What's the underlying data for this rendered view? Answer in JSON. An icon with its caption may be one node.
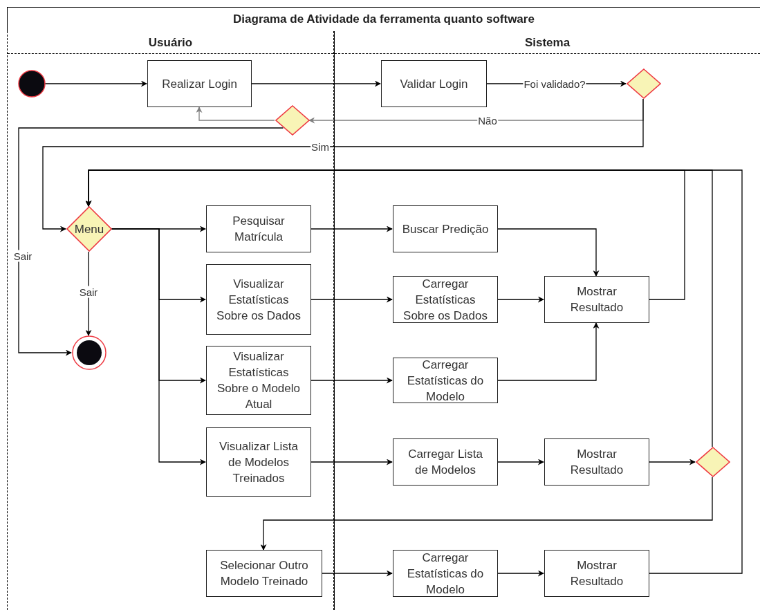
{
  "diagram": {
    "title": "Diagrama de Atividade da ferramenta quanto software",
    "nodes": [
      {
        "text": [
          "Usuário"
        ]
      },
      {
        "text": [
          "Sistema"
        ]
      },
      {
        "text": [],
        "shape": "circle",
        "in": 0
      },
      {
        "text": [
          "Realizar Login"
        ],
        "in": 0
      },
      {
        "text": [
          "Validar Login"
        ],
        "in": 1
      },
      {
        "text": [],
        "shape": "diamond",
        "in": 1
      },
      {
        "text": [],
        "shape": "diamond",
        "in": 0
      },
      {
        "text": [
          "Menu"
        ],
        "in": 0
      },
      {
        "text": [],
        "shape": "circle",
        "in": 0
      },
      {
        "text": [
          "Pesquisar Matrícula"
        ],
        "in": 0
      },
      {
        "text": [
          "Visualizar Estatísticas Sobre os Dados"
        ],
        "in": 0
      },
      {
        "text": [
          "Visualizar Estatísticas Sobre o Modelo Atual"
        ],
        "in": 0
      },
      {
        "text": [
          "Visualizar Lista de Modelos Treinados"
        ],
        "in": 0
      },
      {
        "text": [
          "Buscar Predição"
        ],
        "in": 1
      },
      {
        "text": [
          "Carregar Estatísticas Sobre os Dados"
        ],
        "in": 1
      },
      {
        "text": [
          "Mostrar Resultado"
        ],
        "in": 1
      },
      {
        "text": [
          "Carregar Estatísticas do Modelo"
        ],
        "in": 1
      },
      {
        "text": [
          "Carregar Lista de Modelos"
        ],
        "in": 1
      },
      {
        "text": [
          "Mostrar Resultado"
        ],
        "in": 1
      },
      {
        "text": [],
        "shape": "diamond",
        "in": 1
      },
      {
        "text": [
          "Selecionar Outro Modelo Treinado"
        ],
        "in": 0
      },
      {
        "text": [
          "Carregar Estatísticas do Modelo"
        ],
        "in": 1
      },
      {
        "text": [
          "Mostrar Resultado"
        ],
        "in": 1
      }
    ],
    "edges": [
      {
        "from": 2,
        "to": 3,
        "arrow": "to"
      },
      {
        "from": 3,
        "to": 4,
        "arrow": "to"
      },
      {
        "from": 4,
        "to": 5,
        "arrow": "to",
        "label": "Foi validado?"
      },
      {
        "from": 5,
        "to": 6,
        "arrow": "to",
        "label": "Não",
        "color": "#7f7f7f"
      },
      {
        "from": 5,
        "to": 7,
        "arrow": "to",
        "label": "Sim"
      },
      {
        "from": 6,
        "to": 3,
        "arrow": "to",
        "color": "#7f7f7f"
      },
      {
        "from": 6,
        "to": 8,
        "arrow": "to",
        "label": "Sair"
      },
      {
        "from": 7,
        "to": 8,
        "arrow": "to",
        "label": "Sair"
      },
      {
        "from": 7,
        "to": 9,
        "arrow": "to"
      },
      {
        "from": 7,
        "to": 10,
        "arrow": "to"
      },
      {
        "from": 7,
        "to": 11,
        "arrow": "to"
      },
      {
        "from": 7,
        "to": 12,
        "arrow": "to"
      },
      {
        "from": 9,
        "to": 13,
        "arrow": "to"
      },
      {
        "from": 10,
        "to": 14,
        "arrow": "to"
      },
      {
        "from": 11,
        "to": 16,
        "arrow": "to"
      },
      {
        "from": 12,
        "to": 17,
        "arrow": "to"
      },
      {
        "from": 13,
        "to": 15,
        "arrow": "to"
      },
      {
        "from": 14,
        "to": 15,
        "arrow": "to"
      },
      {
        "from": 16,
        "to": 15,
        "arrow": "to"
      },
      {
        "from": 15,
        "to": 7,
        "arrow": "to"
      },
      {
        "from": 17,
        "to": 18,
        "arrow": "to"
      },
      {
        "from": 18,
        "to": 19,
        "arrow": "to"
      },
      {
        "from": 19,
        "to": 7,
        "arrow": "to"
      },
      {
        "from": 19,
        "to": 20,
        "arrow": "to"
      },
      {
        "from": 20,
        "to": 21,
        "arrow": "to"
      },
      {
        "from": 21,
        "to": 22,
        "arrow": "to"
      },
      {
        "from": 22,
        "to": 7,
        "arrow": "to"
      }
    ]
  }
}
